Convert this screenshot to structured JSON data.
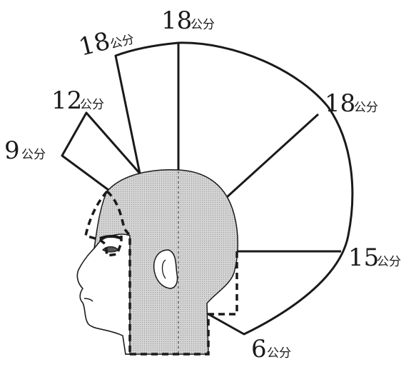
{
  "diagram": {
    "unit": "公分",
    "measurements": [
      {
        "id": "front-hairline",
        "value": "9"
      },
      {
        "id": "front-top",
        "value": "12"
      },
      {
        "id": "crown-front",
        "value": "18"
      },
      {
        "id": "crown-top",
        "value": "18"
      },
      {
        "id": "back-crown",
        "value": "18"
      },
      {
        "id": "occipital",
        "value": "15"
      },
      {
        "id": "nape",
        "value": "6"
      }
    ]
  },
  "colors": {
    "ink": "#1a1a1a",
    "head_fill": "#c8c8c8",
    "face_fill": "#ffffff"
  }
}
